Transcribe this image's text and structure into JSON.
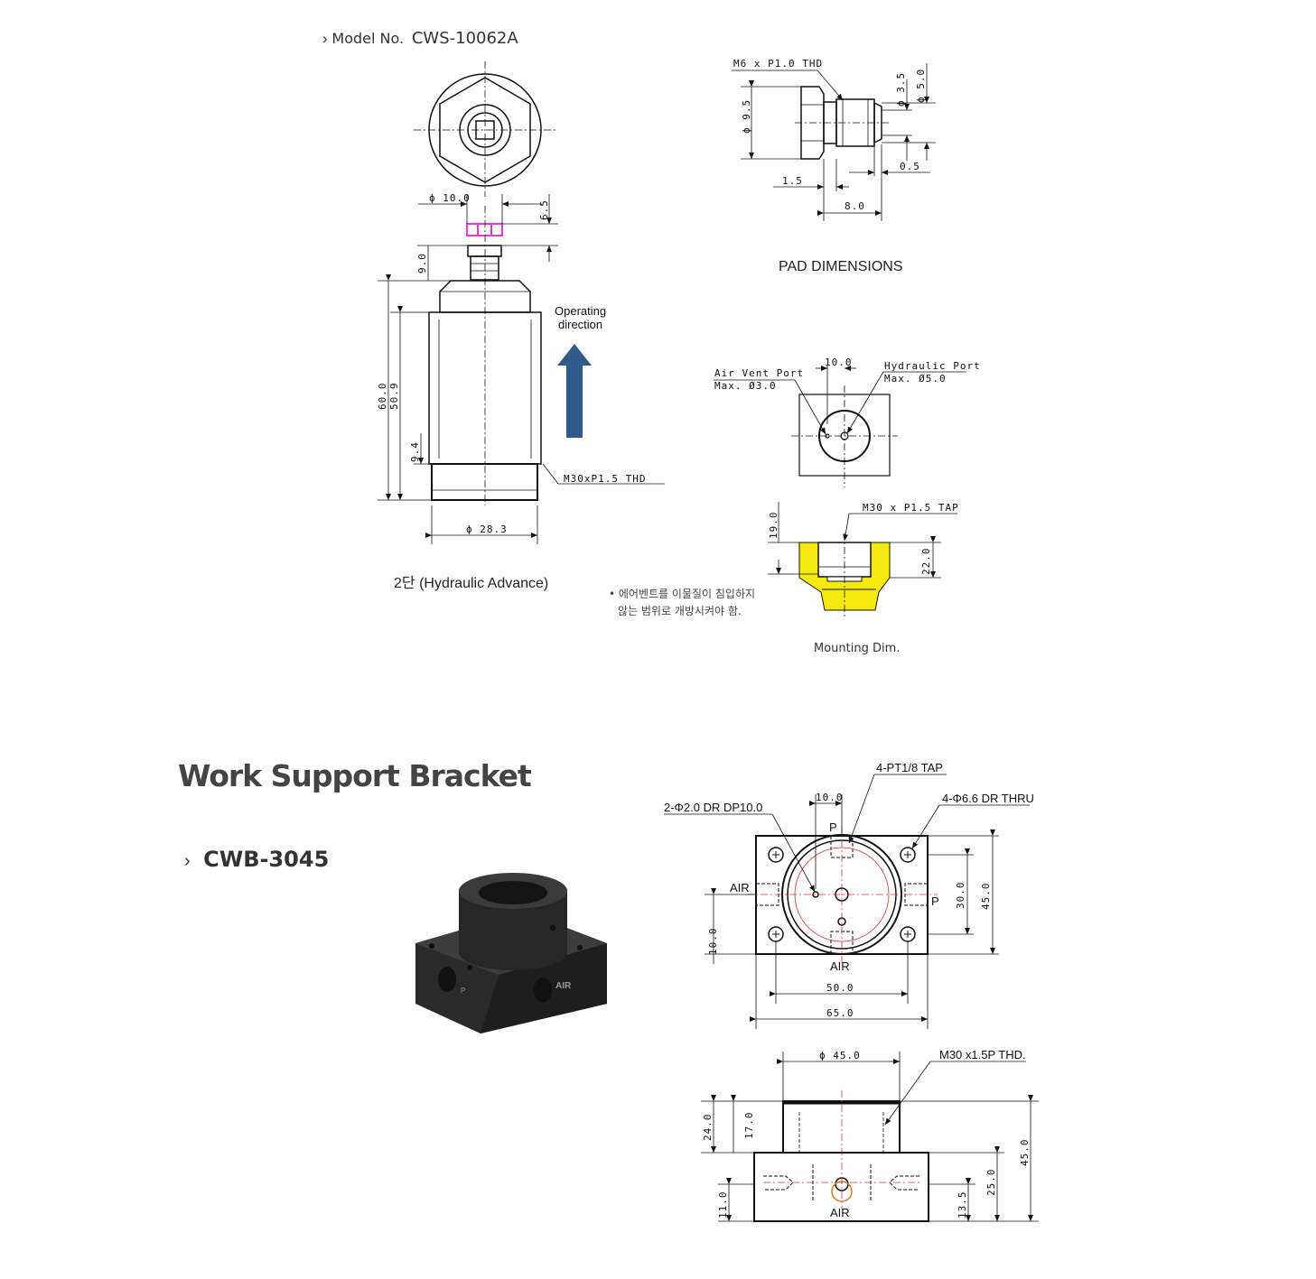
{
  "model": {
    "prefix": "Model No.",
    "number": "CWS-10062A"
  },
  "cws": {
    "dims": {
      "d10": "ϕ 10.0",
      "h65": "6.5",
      "h90": "9.0",
      "h600": "60.0",
      "h509": "50.9",
      "h94": "9.4",
      "d283": "ϕ 28.3",
      "thread": "M30xP1.5 THD"
    },
    "operating_direction": [
      "Operating",
      "direction"
    ],
    "caption": "2단 (Hydraulic Advance)"
  },
  "pad": {
    "thread": "M6 x P1.0 THD",
    "d95": "ϕ 9.5",
    "d35": "ϕ 3.5",
    "d50": "ϕ 5.0",
    "l15": "1.5",
    "l05": "0.5",
    "l80": "8.0",
    "title": "PAD DIMENSIONS"
  },
  "ports": {
    "spacing": "10.0",
    "air_vent": [
      "Air Vent Port",
      "Max. Ø3.0"
    ],
    "hydraulic": [
      "Hydraulic Port",
      "Max. Ø5.0"
    ]
  },
  "mounting": {
    "tap": "M30 x P1.5 TAP",
    "h190": "19.0",
    "h220": "22.0",
    "note": [
      "• 에어벤트를 이물질이 침입하지",
      "않는 범위로 개방시켜야 함."
    ],
    "title": "Mounting Dim."
  },
  "bracket": {
    "heading": "Work Support Bracket",
    "model": "CWB-3045",
    "photo_labels": {
      "air": "AIR",
      "p": "P"
    },
    "top_view": {
      "tap": "4-PT1/8 TAP",
      "spacing": "10.0",
      "dr2": "2-Φ2.0 DR DP10.0",
      "dr66": "4-Φ6.6 DR THRU",
      "p_top": "P",
      "p_right": "P",
      "air_left": "AIR",
      "air_bottom": "AIR",
      "v300": "30.0",
      "v450": "45.0",
      "v100": "10.0",
      "h500": "50.0",
      "h650": "65.0"
    },
    "side_view": {
      "d450": "ϕ 45.0",
      "thread": "M30 x1.5P THD.",
      "v240": "24.0",
      "v170": "17.0",
      "v110": "11.0",
      "v135": "13.5",
      "v250": "25.0",
      "v450": "45.0",
      "air": "AIR"
    }
  },
  "colors": {
    "arrow": "#2f5b8a",
    "pad_highlight": "#e23ad6",
    "mount_fill": "#f5ea10",
    "red_line": "#d83030",
    "photo_body": "#2a2a2a"
  }
}
